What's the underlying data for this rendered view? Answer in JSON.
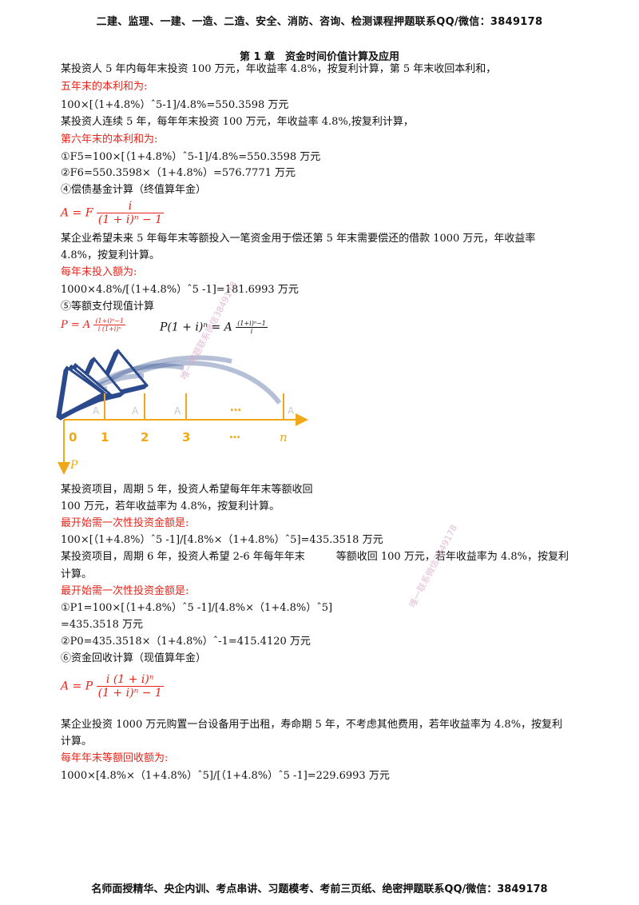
{
  "header": "二建、监理、一建、一造、二造、安全、消防、咨询、检测课程押题联系QQ/微信：3849178",
  "title": "第 1 章　资金时间价值计算及应用",
  "lines": {
    "l1": "某投资人 5 年内每年末投资 100 万元，年收益率 4.8%，按复利计算，第 5 年末收回本利和，",
    "l2": "五年末的本利和为:",
    "l3": "100×[（1+4.8%）ˆ5-1]/4.8%=550.3598 万元",
    "l4": "某投资人连续 5 年，每年年末投资 100 万元，年收益率 4.8%,按复利计算，",
    "l5": "第六年末的本利和为:",
    "l6": "①F5=100×[（1+4.8%）ˆ5-1]/4.8%=550.3598 万元",
    "l7": "②F6=550.3598×（1+4.8%）=576.7771 万元",
    "l8": "④偿债基金计算（终值算年金）",
    "l9": "某企业希望未来 5 年每年末等额投入一笔资金用于偿还第 5 年末需要偿还的借款 1000 万元，年收益率",
    "l10": "4.8%，按复利计算。",
    "l11": "每年末投入额为:",
    "l12": "1000×4.8%/[（1+4.8%）ˆ5 -1]=181.6993 万元",
    "l13": "⑤等额支付现值计算",
    "l14": "某投资项目，周期 5 年，投资人希望每年年末等额收回",
    "l15": "100 万元，若年收益率为 4.8%，按复利计算。",
    "l16": "最开始需一次性投资金额是:",
    "l17": "100×[（1+4.8%）ˆ5 -1]/[4.8%×（1+4.8%）ˆ5]=435.3518 万元",
    "l18": "某投资项目，周期 6 年，投资人希望 2-6 年每年年末　　　等额收回 100 万元，若年收益率为 4.8%，按复利",
    "l19": "计算。",
    "l20": "最开始需一次性投资金额是:",
    "l21": "①P1=100×[（1+4.8%）ˆ5 -1]/[4.8%×（1+4.8%）ˆ5]",
    "l22": "=435.3518 万元",
    "l23": "②P0=435.3518×（1+4.8%）ˆ-1=415.4120 万元",
    "l24": "⑥资金回收计算（现值算年金）",
    "l25": "某企业投资 1000 万元购置一台设备用于出租，寿命期 5 年，不考虑其他费用，若年收益率为 4.8%，按复利",
    "l26": "计算。",
    "l27": "每年年末等额回收额为:",
    "l28": "1000×[4.8%×（1+4.8%）ˆ5]/[（1+4.8%）ˆ5 -1]=229.6993 万元"
  },
  "formulas": {
    "sinking": {
      "lhs": "A = F",
      "num": "i",
      "den": "(1 + i)ⁿ − 1"
    },
    "pv": {
      "lhs": "P = A",
      "num": "(1+i)ⁿ−1",
      "den": "i (1+i)ⁿ"
    },
    "pv2": {
      "lhs": "P(1 + i)ⁿ = A",
      "num": "(1+i)ⁿ−1",
      "den": "i"
    },
    "recovery": {
      "lhs": "A = P",
      "num": "i (1 + i)ⁿ",
      "den": "(1 + i)ⁿ − 1"
    }
  },
  "diagram": {
    "ticks": [
      "0",
      "1",
      "2",
      "3",
      "…",
      "n"
    ],
    "a_label": "A",
    "dots": "…",
    "p_label": "P"
  },
  "watermarks": [
    "唯一联系微信3849178",
    "唯一押题联系微信3849178",
    "唯一联系微信3849178"
  ],
  "footer": "名师面授精华、央企内训、考点串讲、习题模考、考前三页纸、绝密押题联系QQ/微信：3849178",
  "colors": {
    "red": "#e8241a",
    "axis": "#f0a818",
    "arrow": "#2a4a8c"
  }
}
